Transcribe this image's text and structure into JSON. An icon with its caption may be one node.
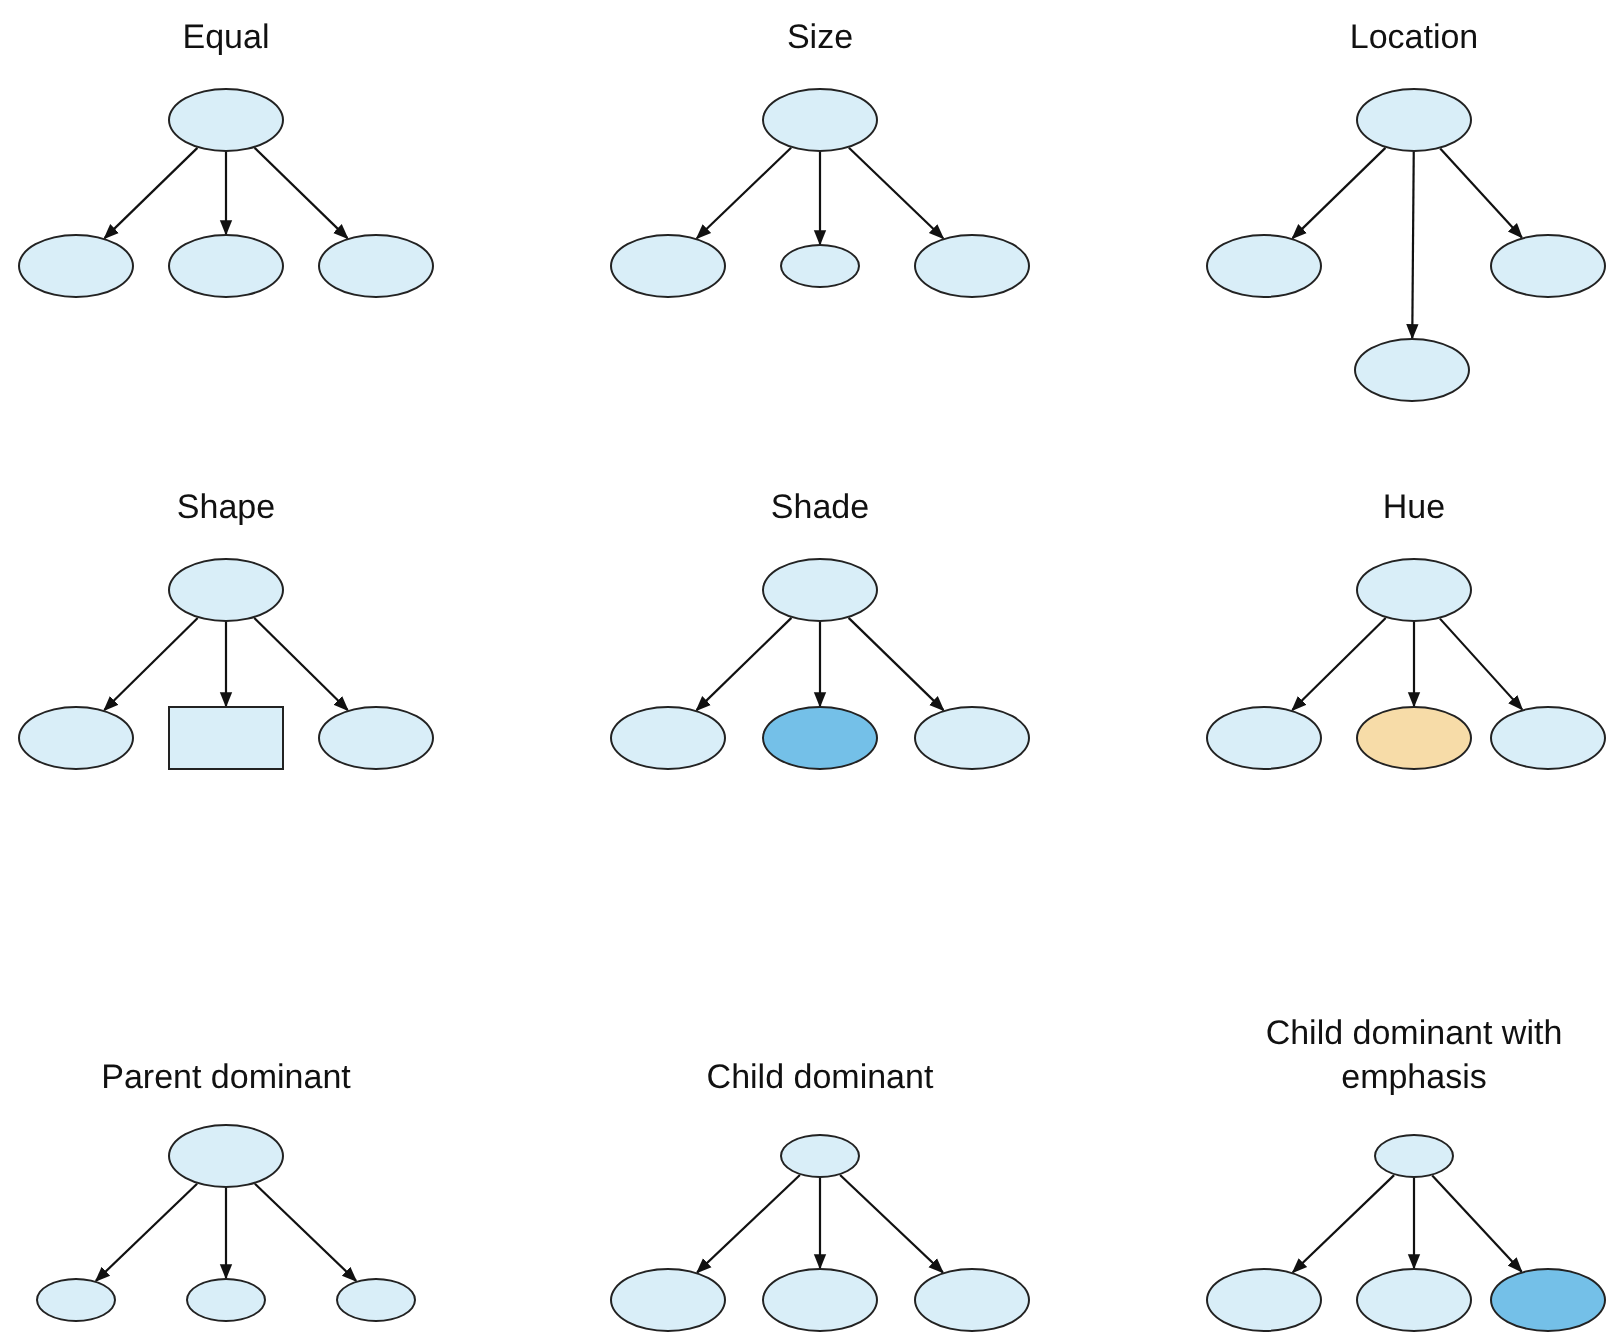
{
  "diagram": {
    "nodes": [
      {
        "text": [],
        "shape": "ellipse"
      },
      {
        "text": [],
        "shape": "ellipse"
      },
      {
        "text": [],
        "shape": "ellipse"
      },
      {
        "text": [],
        "shape": "ellipse"
      },
      {
        "text": [],
        "shape": "ellipse"
      },
      {
        "text": [],
        "shape": "ellipse"
      },
      {
        "text": [],
        "shape": "ellipse"
      },
      {
        "text": [],
        "shape": "ellipse"
      },
      {
        "text": [],
        "shape": "ellipse"
      },
      {
        "text": [],
        "shape": "ellipse"
      },
      {
        "text": [],
        "shape": "ellipse"
      },
      {
        "text": [],
        "shape": "ellipse"
      },
      {
        "text": [],
        "shape": "ellipse"
      },
      {
        "text": [],
        "shape": "ellipse"
      },
      {
        "text": [],
        "shape": "box"
      },
      {
        "text": [],
        "shape": "ellipse"
      },
      {
        "text": [],
        "shape": "ellipse"
      },
      {
        "text": [],
        "shape": "ellipse"
      },
      {
        "text": [],
        "shape": "ellipse"
      },
      {
        "text": [],
        "shape": "ellipse"
      },
      {
        "text": [],
        "shape": "ellipse"
      },
      {
        "text": [],
        "shape": "ellipse"
      },
      {
        "text": [],
        "shape": "ellipse"
      },
      {
        "text": [],
        "shape": "ellipse"
      },
      {
        "text": [],
        "shape": "ellipse"
      },
      {
        "text": [],
        "shape": "ellipse"
      },
      {
        "text": [],
        "shape": "ellipse"
      },
      {
        "text": [],
        "shape": "ellipse"
      },
      {
        "text": [],
        "shape": "ellipse"
      },
      {
        "text": [],
        "shape": "ellipse"
      },
      {
        "text": [],
        "shape": "ellipse"
      },
      {
        "text": [],
        "shape": "ellipse"
      },
      {
        "text": [],
        "shape": "ellipse"
      },
      {
        "text": [],
        "shape": "ellipse"
      },
      {
        "text": [],
        "shape": "ellipse"
      },
      {
        "text": [],
        "shape": "ellipse"
      }
    ],
    "edges": [
      {
        "from": 0,
        "to": 1,
        "arrow": "to"
      },
      {
        "from": 0,
        "to": 2,
        "arrow": "to"
      },
      {
        "from": 0,
        "to": 3,
        "arrow": "to"
      },
      {
        "from": 4,
        "to": 5,
        "arrow": "to"
      },
      {
        "from": 4,
        "to": 6,
        "arrow": "to"
      },
      {
        "from": 4,
        "to": 7,
        "arrow": "to"
      },
      {
        "from": 8,
        "to": 9,
        "arrow": "to"
      },
      {
        "from": 8,
        "to": 10,
        "arrow": "to"
      },
      {
        "from": 8,
        "to": 11,
        "arrow": "to"
      },
      {
        "from": 12,
        "to": 13,
        "arrow": "to"
      },
      {
        "from": 12,
        "to": 14,
        "arrow": "to"
      },
      {
        "from": 12,
        "to": 15,
        "arrow": "to"
      },
      {
        "from": 16,
        "to": 17,
        "arrow": "to"
      },
      {
        "from": 16,
        "to": 18,
        "arrow": "to"
      },
      {
        "from": 16,
        "to": 19,
        "arrow": "to"
      },
      {
        "from": 20,
        "to": 21,
        "arrow": "to"
      },
      {
        "from": 20,
        "to": 22,
        "arrow": "to"
      },
      {
        "from": 20,
        "to": 23,
        "arrow": "to"
      },
      {
        "from": 24,
        "to": 25,
        "arrow": "to"
      },
      {
        "from": 24,
        "to": 26,
        "arrow": "to"
      },
      {
        "from": 24,
        "to": 27,
        "arrow": "to"
      },
      {
        "from": 28,
        "to": 29,
        "arrow": "to"
      },
      {
        "from": 28,
        "to": 30,
        "arrow": "to"
      },
      {
        "from": 28,
        "to": 31,
        "arrow": "to"
      },
      {
        "from": 32,
        "to": 33,
        "arrow": "to"
      },
      {
        "from": 32,
        "to": 34,
        "arrow": "to"
      },
      {
        "from": 32,
        "to": 35,
        "arrow": "to"
      }
    ],
    "labels": [
      "Equal",
      "Size",
      "Location",
      "Shape",
      "Shade",
      "Hue",
      "Parent dominant",
      "Child dominant",
      "Child dominant with emphasis"
    ]
  }
}
